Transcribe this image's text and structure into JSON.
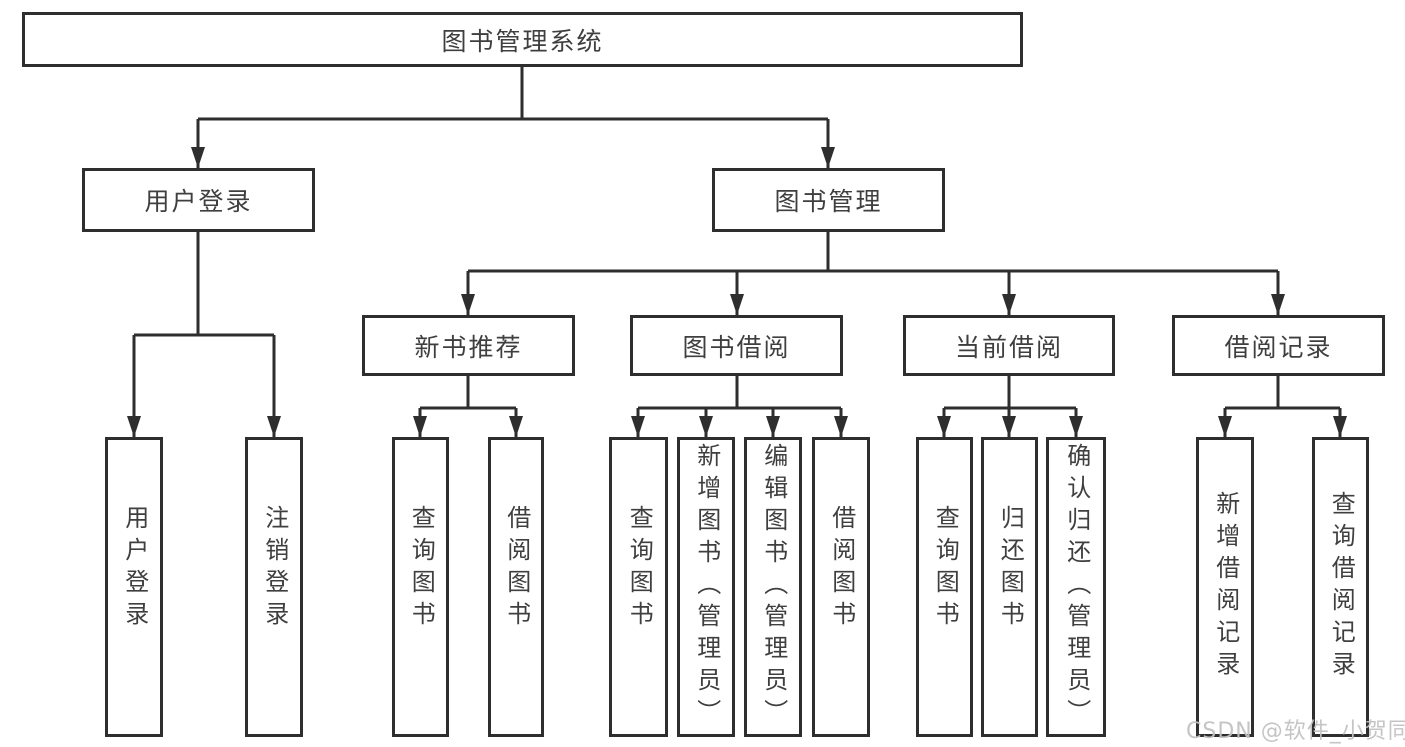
{
  "nodes": {
    "root": "图书管理系统",
    "level2": [
      "用户登录",
      "图书管理"
    ],
    "level3": [
      "新书推荐",
      "图书借阅",
      "当前借阅",
      "借阅记录"
    ],
    "leaves": [
      "用户登录",
      "注销登录",
      "查询图书",
      "借阅图书",
      "查询图书",
      "新增图书（管理员）",
      "编辑图书（管理员）",
      "借阅图书",
      "查询图书",
      "归还图书",
      "确认归还（管理员）",
      "新增借阅记录",
      "查询借阅记录"
    ]
  },
  "watermark": {
    "text": "CSDN @软件_小贺同学"
  },
  "colors": {
    "line": "#2e2e2e",
    "text": "#3f3f3f",
    "background": "#ffffff",
    "watermark": "#c2c2c2"
  }
}
